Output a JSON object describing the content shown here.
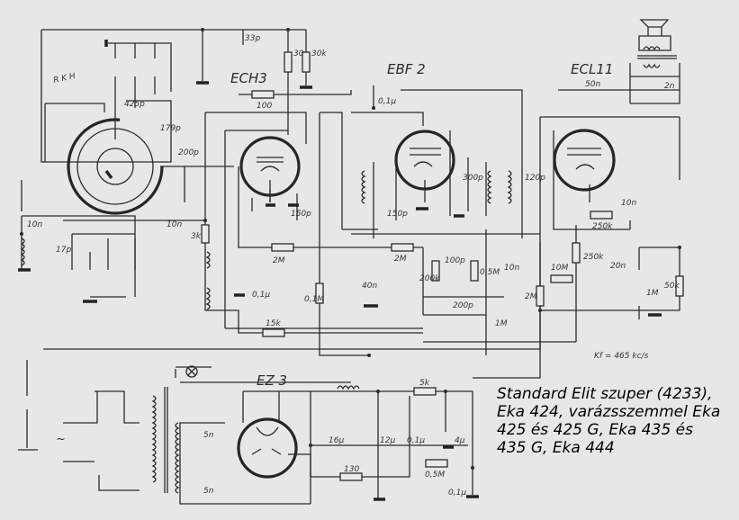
{
  "title_lines": [
    "Standard Elit szuper (4233),",
    "Eka 424, varázsszemmel Eka",
    "425 és 425 G, Eka 435 és",
    "435 G, Eka 444"
  ],
  "tubes": {
    "ech3": "ECH3",
    "ebf2": "EBF 2",
    "ecl11": "ECL11",
    "ez3": "EZ 3"
  },
  "note": "Kf = 465 kc/s",
  "band_letters": "R K H",
  "labels": {
    "c33p": "33p",
    "r30": "30",
    "r30k": "30k",
    "c425p": "425p",
    "c179p": "179p",
    "r100": "100",
    "c200p": "200p",
    "c10n_ant": "10n",
    "c10n_mix": "10n",
    "c17p": "17p",
    "r3k": "3k",
    "r2m_a": "2M",
    "c01u_a": "0,1µ",
    "r15k": "15k",
    "r01m": "0,1M",
    "c01u_b": "0,1µ",
    "c150p_a": "150p",
    "c150p_b": "150p",
    "c300p": "300p",
    "c120p": "120p",
    "c40n": "40n",
    "r2m_b": "2M",
    "r200k": "200k",
    "c100p": "100p",
    "r05m_a": "0,5M",
    "c200p_b": "200p",
    "c10n_b": "10n",
    "r2m_c": "2M",
    "p1m": "1M",
    "r10m": "10M",
    "r250k_a": "250k",
    "c50n": "50n",
    "c2n": "2n",
    "c10n_c": "10n",
    "r250k_b": "250k",
    "c20n": "20n",
    "p1m_b": "1M",
    "r50k": "50k",
    "r5k": "5k",
    "c16u": "16µ",
    "c12u": "12µ",
    "c01u_c": "0,1µ",
    "c4u": "4µ",
    "c5n_a": "5n",
    "c5n_b": "5n",
    "r130": "130",
    "r05m_b": "0,5M",
    "c01u_d": "0,1µ",
    "mains": "~"
  },
  "colors": {
    "paper": "#e7e7e3",
    "ink": "#2b2b2b"
  }
}
